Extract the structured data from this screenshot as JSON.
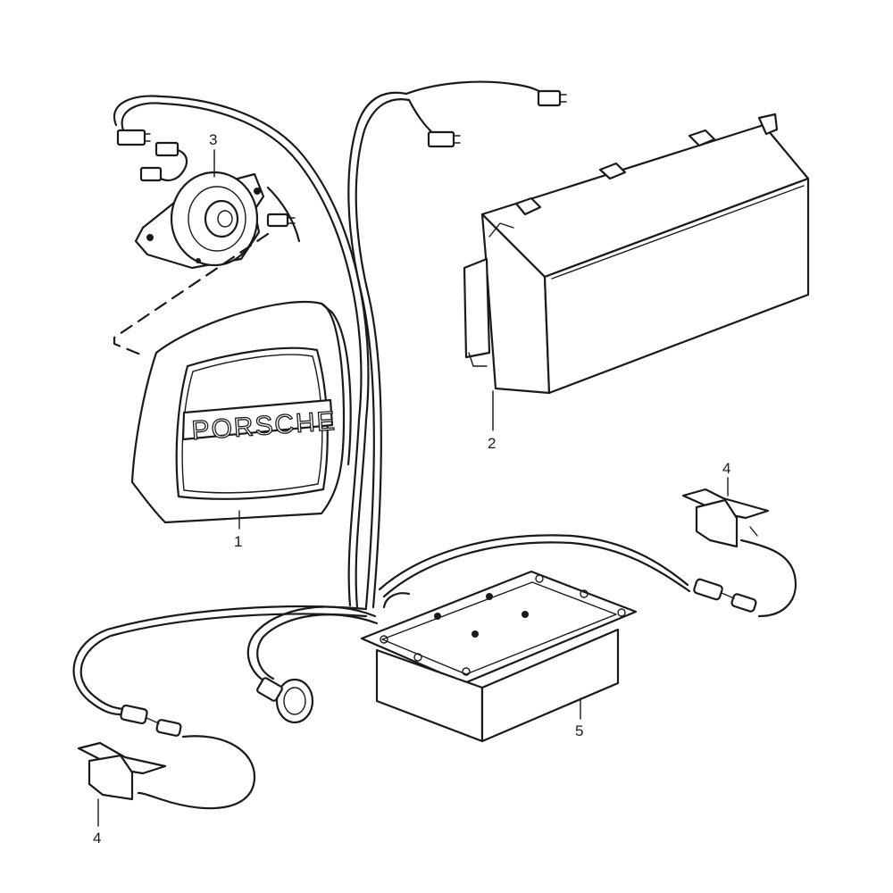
{
  "callouts": {
    "c1": "1",
    "c2": "2",
    "c3": "3",
    "c4_right": "4",
    "c5": "5",
    "c4_left": "4"
  },
  "steering_airbag": {
    "brand_text": "PORSCHE"
  }
}
